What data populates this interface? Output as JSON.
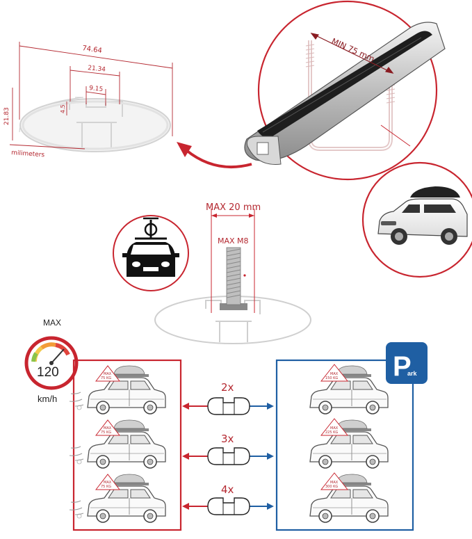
{
  "dimensions": {
    "total_width": "74.64",
    "slot_outer": "21.34",
    "slot_inner": "9.15",
    "slot_depth": "4.5",
    "height": "21.83",
    "unit_label": "milimeters"
  },
  "zoom": {
    "min_label": "MIN 75 mm"
  },
  "bolt": {
    "max_length_label": "MAX 20 mm",
    "bolt_size_label": "MAX M8"
  },
  "speed": {
    "max_label": "MAX",
    "value": "120",
    "unit": "km/h"
  },
  "park": {
    "label": "Park",
    "letter": "P",
    "suffix": "ark"
  },
  "bars": [
    {
      "count": "2x",
      "drive_load": "75 KG",
      "park_load": "150 KG"
    },
    {
      "count": "3x",
      "drive_load": "75 KG",
      "park_load": "225 KG"
    },
    {
      "count": "4x",
      "drive_load": "75 KG",
      "park_load": "300 KG"
    }
  ],
  "max_tag": "MAX",
  "colors": {
    "red": "#c8252f",
    "blue": "#1f5fa3",
    "grey": "#cfcfcf",
    "dark": "#1b1b1b"
  }
}
